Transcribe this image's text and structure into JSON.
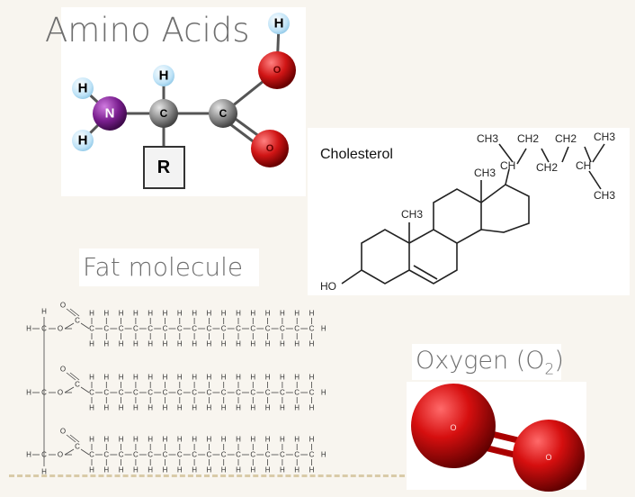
{
  "amino": {
    "title": "Amino Acids",
    "atoms": {
      "h": "H",
      "n": "N",
      "c": "C",
      "o": "O",
      "r": "R"
    }
  },
  "cholesterol": {
    "title": "Cholesterol",
    "labels": {
      "ch3": "CH3",
      "ch": "CH",
      "ch2": "CH2",
      "ho": "HO"
    }
  },
  "fat": {
    "title": "Fat molecule",
    "atoms": {
      "h": "H",
      "c": "C",
      "o": "O"
    }
  },
  "oxygen": {
    "title_prefix": "Oxygen (O",
    "title_sub": "2",
    "title_suffix": ")",
    "atom_label": "O"
  },
  "colors": {
    "background": "#f8f5ef",
    "nitrogen": "#7a1e8f",
    "carbon": "#8a8a8a",
    "oxygen": "#d01515",
    "hydrogen": "#bfe3f7",
    "divider": "#d9cba8"
  }
}
